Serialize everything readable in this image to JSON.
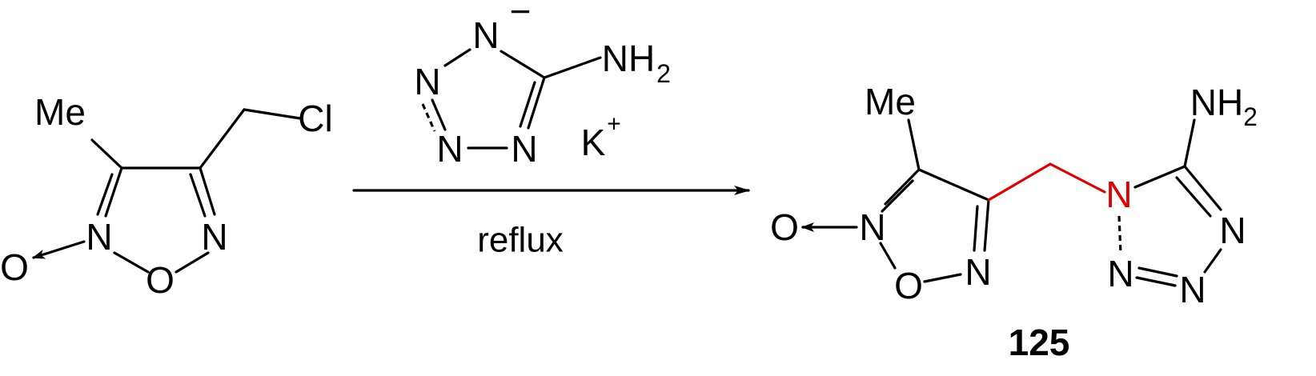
{
  "reactant": {
    "labels": {
      "me": "Me",
      "cl": "Cl",
      "n_left": "N",
      "n_right": "N",
      "o_ring": "O",
      "o_oxide": "O"
    }
  },
  "reagent": {
    "labels": {
      "n_top": "N",
      "n_top_charge": "−",
      "n_left": "N",
      "n_bl": "N",
      "n_br": "N",
      "nh": "NH",
      "nh_sub": "2",
      "k": "K",
      "k_charge": "+"
    },
    "condition": "reflux"
  },
  "product": {
    "labels": {
      "me": "Me",
      "nh": "NH",
      "nh_sub": "2",
      "o_oxide": "O",
      "n_oxide": "N",
      "o_ring": "O",
      "n_ring": "N",
      "n_linked": "N",
      "n_right": "N",
      "n_bl": "N",
      "n_br": "N"
    },
    "compound_number": "125"
  },
  "colors": {
    "highlight": "#e00000",
    "ink": "#000000"
  }
}
